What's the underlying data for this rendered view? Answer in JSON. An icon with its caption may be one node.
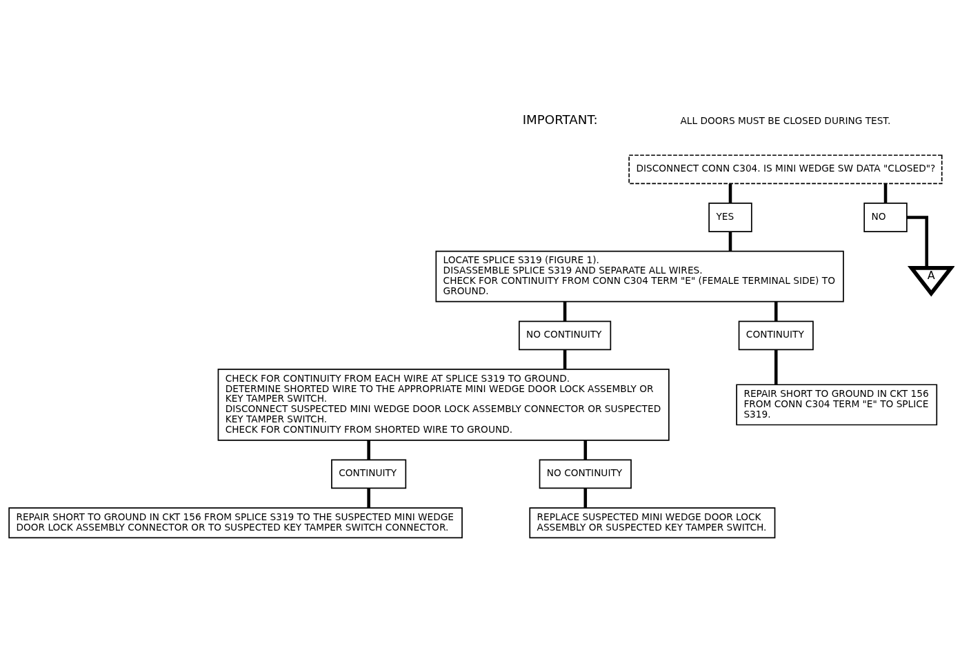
{
  "diagram": {
    "nodes": [
      {
        "text": [
          "DISCONNECT CONN C304. IS MINI WEDGE SW DATA \"CLOSED\"?"
        ]
      },
      {
        "text": [
          "YES"
        ]
      },
      {
        "text": [
          "NO"
        ]
      },
      {
        "text": [
          "A"
        ]
      },
      {
        "text": [
          "LOCATE SPLICE S319 (FIGURE 1).",
          "DISASSEMBLE SPLICE S319 AND SEPARATE ALL WIRES.",
          "CHECK FOR CONTINUITY FROM CONN C304 TERM \"E\" (FEMALE TERMINAL SIDE) TO GROUND."
        ]
      },
      {
        "text": [
          "NO CONTINUITY"
        ]
      },
      {
        "text": [
          "CONTINUITY"
        ]
      },
      {
        "text": [
          "CHECK FOR CONTINUITY FROM EACH WIRE AT SPLICE S319 TO GROUND.",
          "DETERMINE SHORTED WIRE TO THE APPROPRIATE MINI WEDGE DOOR LOCK ASSEMBLY OR KEY TAMPER SWITCH.",
          "DISCONNECT SUSPECTED MINI WEDGE DOOR LOCK ASSEMBLY CONNECTOR OR SUSPECTED KEY TAMPER SWITCH.",
          "CHECK FOR CONTINUITY FROM SHORTED WIRE TO GROUND."
        ]
      },
      {
        "text": [
          "REPAIR SHORT TO GROUND IN CKT 156 FROM CONN C304 TERM \"E\" TO SPLICE S319."
        ]
      },
      {
        "text": [
          "CONTINUITY"
        ]
      },
      {
        "text": [
          "NO CONTINUITY"
        ]
      },
      {
        "text": [
          "REPAIR SHORT TO GROUND IN CKT 156 FROM SPLICE S319 TO THE SUSPECTED MINI WEDGE DOOR LOCK ASSEMBLY CONNECTOR OR TO SUSPECTED KEY TAMPER SWITCH CONNECTOR."
        ]
      },
      {
        "text": [
          "REPLACE SUSPECTED MINI WEDGE DOOR LOCK ASSEMBLY OR SUSPECTED KEY TAMPER SWITCH."
        ]
      }
    ],
    "edges": [
      {
        "from": 0,
        "to": 1,
        "arrow": "none"
      },
      {
        "from": 0,
        "to": 2,
        "arrow": "none"
      },
      {
        "from": 2,
        "to": 3,
        "arrow": "none"
      },
      {
        "from": 1,
        "to": 4,
        "arrow": "none"
      },
      {
        "from": 4,
        "to": 5,
        "arrow": "none"
      },
      {
        "from": 4,
        "to": 6,
        "arrow": "none"
      },
      {
        "from": 5,
        "to": 7,
        "arrow": "none"
      },
      {
        "from": 6,
        "to": 8,
        "arrow": "none"
      },
      {
        "from": 7,
        "to": 9,
        "arrow": "none"
      },
      {
        "from": 7,
        "to": 10,
        "arrow": "none"
      },
      {
        "from": 9,
        "to": 11,
        "arrow": "none"
      },
      {
        "from": 10,
        "to": 12,
        "arrow": "none"
      }
    ],
    "labels": [
      "IMPORTANT:",
      "ALL DOORS MUST BE CLOSED DURING TEST."
    ]
  }
}
